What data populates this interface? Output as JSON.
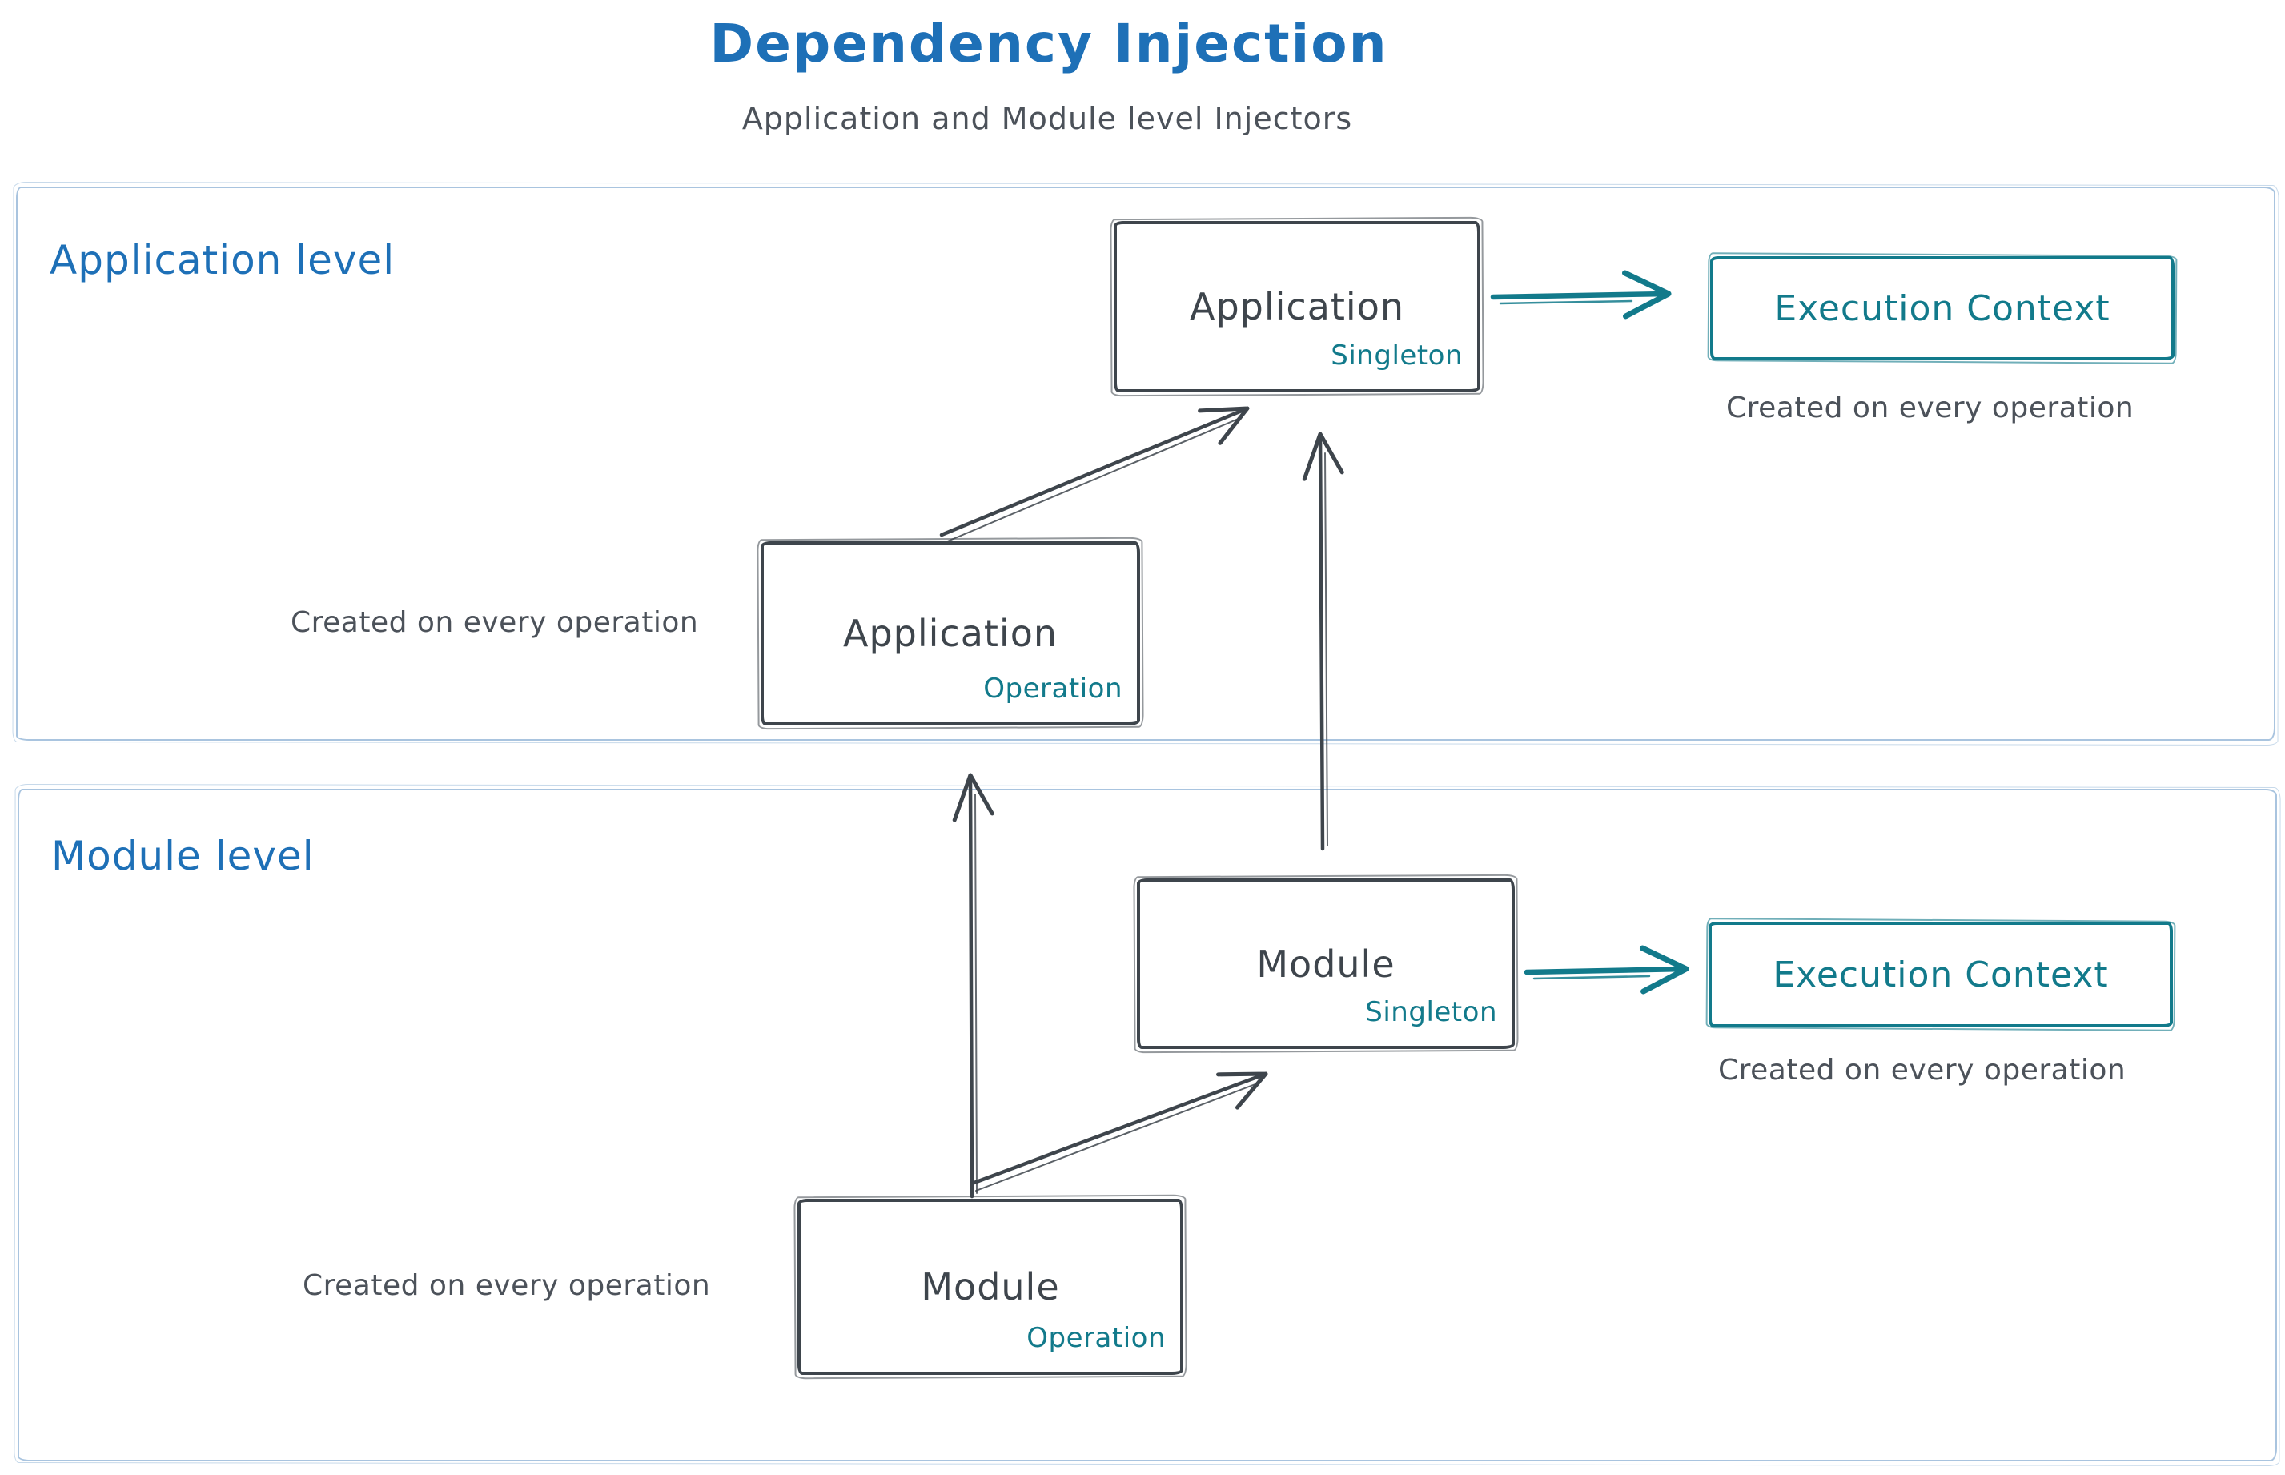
{
  "title": "Dependency Injection",
  "subtitle": "Application and Module level Injectors",
  "colors": {
    "heading_blue": "#1e70b7",
    "teal_accent": "#127a8b",
    "box_stroke": "#3e454c",
    "caption_gray": "#4c525a",
    "section_border": "#a9c4df"
  },
  "application_level": {
    "label": "Application level",
    "singleton_box": {
      "name": "Application",
      "tag": "Singleton"
    },
    "operation_box": {
      "name": "Application",
      "tag": "Operation"
    },
    "operation_caption": "Created on every operation",
    "execution_context": {
      "label": "Execution Context",
      "caption": "Created on every operation"
    }
  },
  "module_level": {
    "label": "Module level",
    "singleton_box": {
      "name": "Module",
      "tag": "Singleton"
    },
    "operation_box": {
      "name": "Module",
      "tag": "Operation"
    },
    "operation_caption": "Created on every operation",
    "execution_context": {
      "label": "Execution Context",
      "caption": "Created on every operation"
    }
  }
}
